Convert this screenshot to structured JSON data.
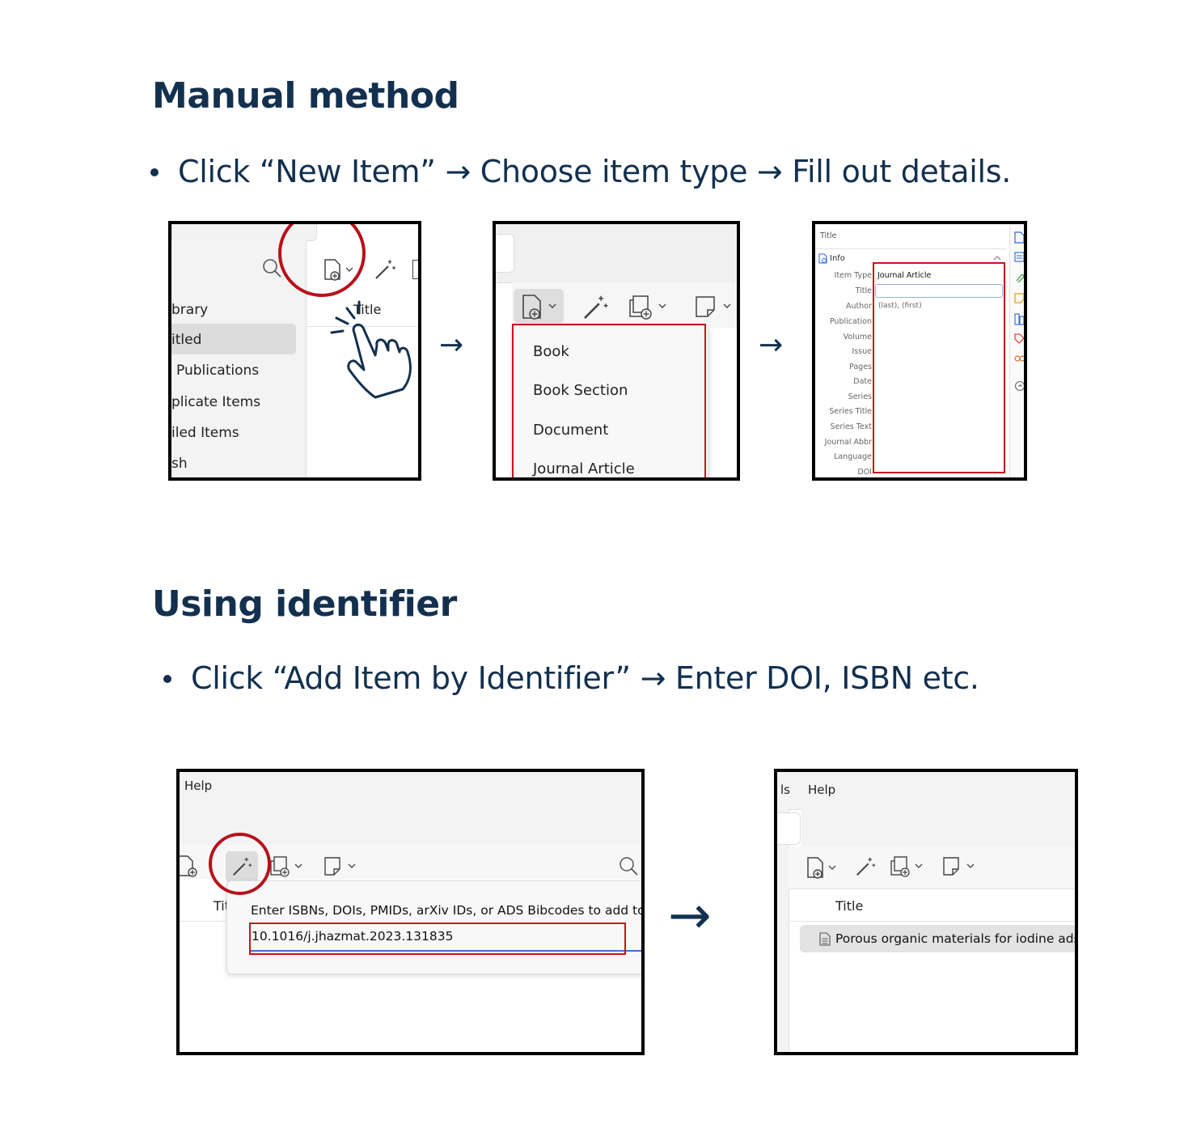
{
  "sections": {
    "manual": {
      "heading": "Manual method",
      "bullet": "Click “New Item” → Choose item type → Fill out details.",
      "arrow": "→"
    },
    "identifier": {
      "heading": "Using identifier",
      "bullet": "Click “Add Item by Identifier” → Enter DOI, ISBN etc.",
      "arrow": "→"
    }
  },
  "shot1": {
    "sidebar_items": [
      "brary",
      "itled",
      "Publications",
      "plicate Items",
      "iled Items",
      "sh"
    ],
    "column_header": "Title"
  },
  "shot2": {
    "menu_items": [
      "Book",
      "Book Section",
      "Document",
      "Journal Article"
    ]
  },
  "shot3": {
    "header": "Title",
    "section": "Info",
    "fields": [
      "Item Type",
      "Title",
      "Author",
      "Publication",
      "Volume",
      "Issue",
      "Pages",
      "Date",
      "Series",
      "Series Title",
      "Series Text",
      "Journal Abbr",
      "Language",
      "DOI"
    ],
    "item_type_value": "Journal Article",
    "author_value": "(last), (first)"
  },
  "shot4": {
    "menu": "Help",
    "column_header": "Tit",
    "prompt": "Enter ISBNs, DOIs, PMIDs, arXiv IDs, or ADS Bibcodes to add to",
    "identifier_value": "10.1016/j.jhazmat.2023.131835"
  },
  "shot5": {
    "menu_partial": "ls",
    "menu": "Help",
    "column_header": "Title",
    "item_title": "Porous organic materials for iodine adso"
  }
}
